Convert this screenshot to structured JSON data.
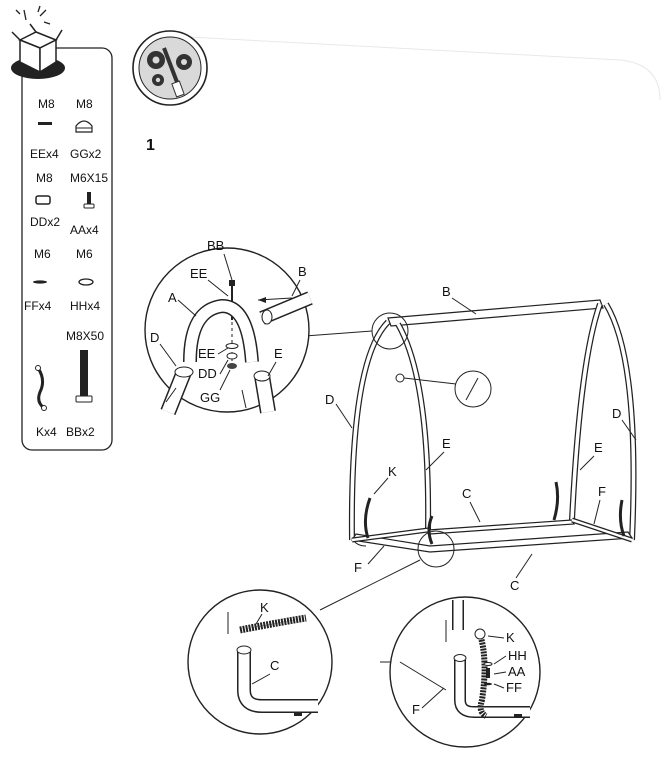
{
  "step_number": "1",
  "parts": [
    {
      "size": "M8",
      "code": "EEx4"
    },
    {
      "size": "M8",
      "code": "GGx2"
    },
    {
      "size": "M8",
      "code": "DDx2"
    },
    {
      "size": "M6X15",
      "code": "AAx4"
    },
    {
      "size": "M6",
      "code": "FFx4"
    },
    {
      "size": "M6",
      "code": "HHx4"
    },
    {
      "size": "",
      "code": "Kx4"
    },
    {
      "size": "M8X50",
      "code": "BBx2"
    }
  ],
  "main_labels": {
    "B": "B",
    "C_back": "C",
    "C_front": "C",
    "D_left": "D",
    "D_right": "D",
    "E_left": "E",
    "E_right": "E",
    "F_left": "F",
    "F_right": "F",
    "K": "K"
  },
  "detail_top": {
    "BB": "BB",
    "EE_top": "EE",
    "A": "A",
    "B": "B",
    "D": "D",
    "EE_mid": "EE",
    "DD": "DD",
    "E": "E",
    "GG": "GG"
  },
  "detail_left": {
    "K": "K",
    "C": "C"
  },
  "detail_right": {
    "K": "K",
    "HH": "HH",
    "AA": "AA",
    "FF": "FF",
    "F": "F"
  },
  "colors": {
    "line": "#222222",
    "circle_fill": "#d9d9d9",
    "icon_dark": "#333333"
  },
  "icons": [
    "box-icon",
    "tools-gear-icon"
  ]
}
